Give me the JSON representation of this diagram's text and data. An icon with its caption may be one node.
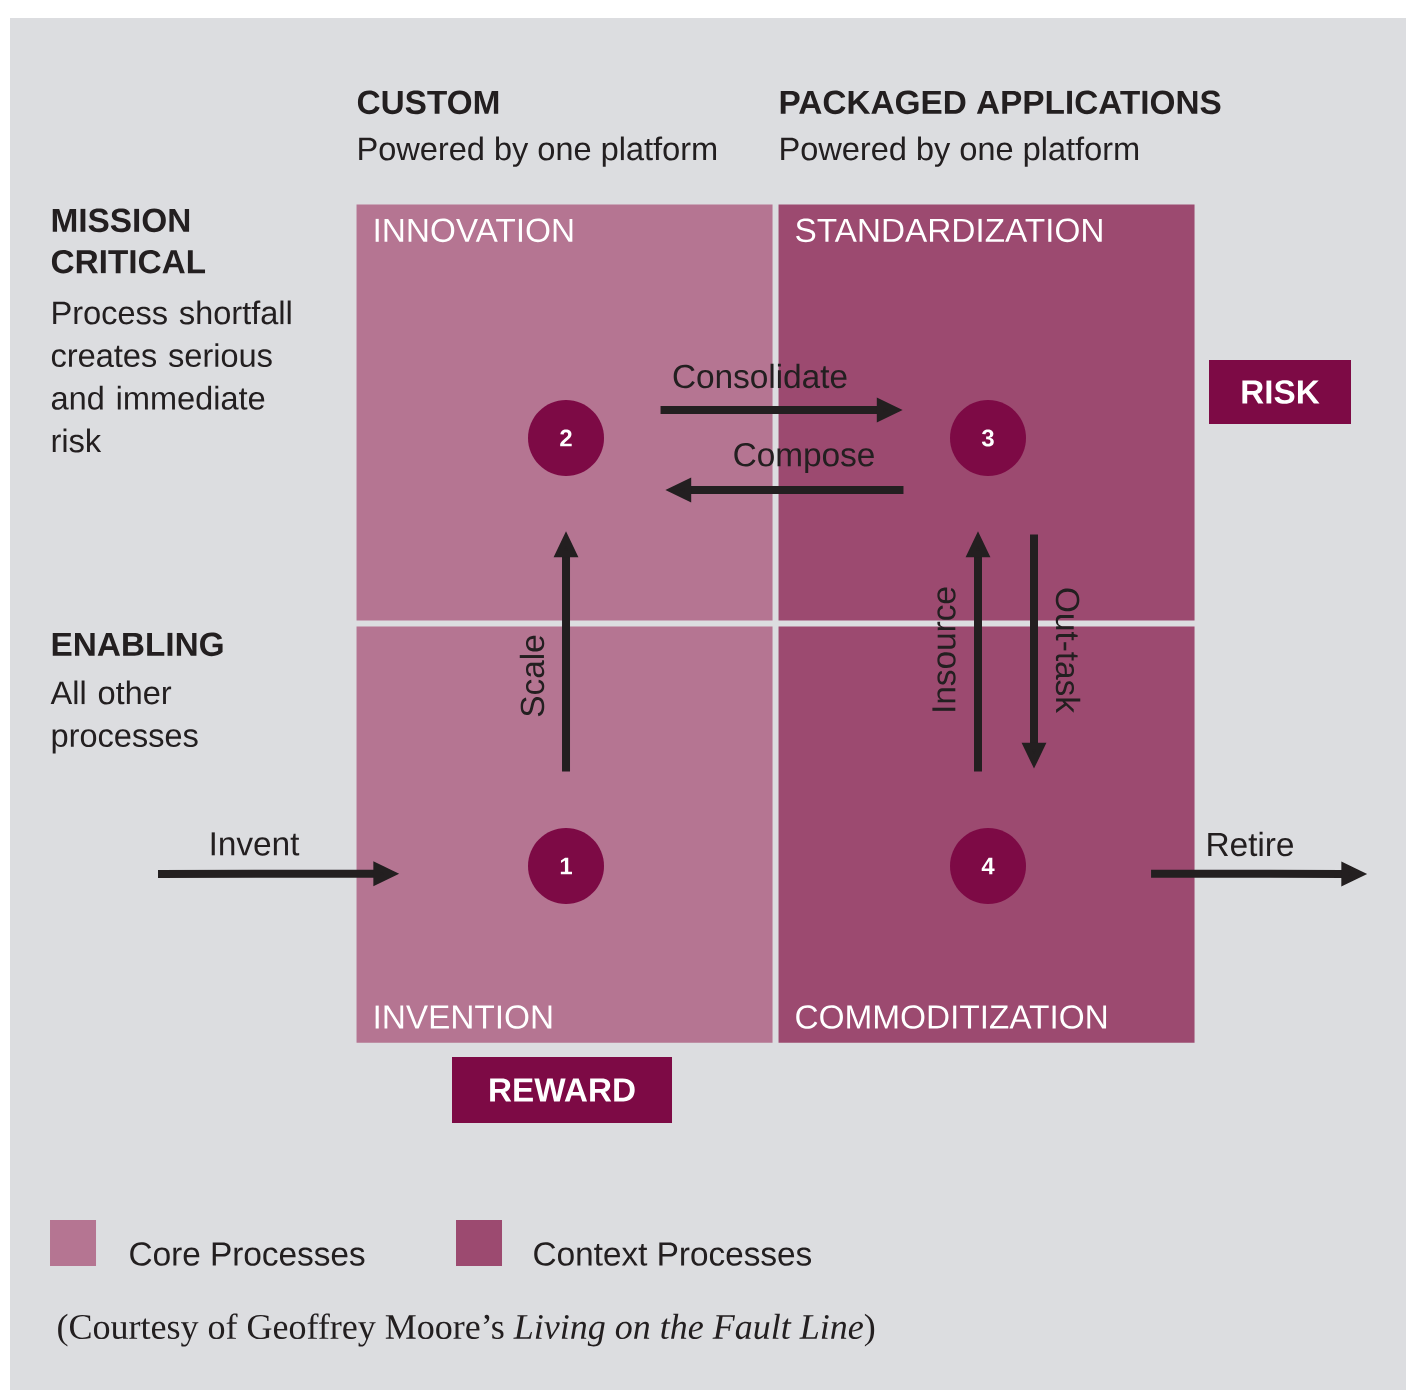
{
  "diagram": {
    "caption": "(Courtesy of Geoffrey Moore’s *Living on the Fault Line*)",
    "nodes": [
      {
        "text": [
          "INNOVATION"
        ]
      },
      {
        "text": [
          "STANDARDIZATION"
        ]
      },
      {
        "text": [
          "INVENTION"
        ]
      },
      {
        "text": [
          "COMMODITIZATION"
        ]
      },
      {
        "text": [
          "1"
        ],
        "in": 2
      },
      {
        "text": [
          "2"
        ],
        "in": 0
      },
      {
        "text": [
          "3"
        ],
        "in": 1
      },
      {
        "text": [
          "4"
        ],
        "in": 3
      },
      {
        "text": [
          "RISK"
        ]
      },
      {
        "text": [
          "REWARD"
        ]
      }
    ],
    "edges": [
      {
        "from": 4,
        "to": 5,
        "arrow": "to",
        "label": "Scale"
      },
      {
        "from": 5,
        "to": 6,
        "arrow": "to",
        "label": "Consolidate"
      },
      {
        "from": 6,
        "to": 5,
        "arrow": "to",
        "label": "Compose"
      },
      {
        "from": 7,
        "to": 6,
        "arrow": "to",
        "label": "Insource"
      },
      {
        "from": 6,
        "to": 7,
        "arrow": "to",
        "label": "Out-task"
      },
      {
        "from": null,
        "to": 2,
        "arrow": "to",
        "label": "Invent"
      },
      {
        "from": 3,
        "to": null,
        "arrow": "to",
        "label": "Retire"
      }
    ],
    "labels": [
      "CUSTOM",
      "Powered by one platform",
      "PACKAGED APPLICATIONS",
      "Powered by one platform",
      "MISSION CRITICAL",
      "Process shortfall creates serious and immediate risk",
      "ENABLING",
      "All other processes"
    ],
    "legend": [
      {
        "text": "Core Processes",
        "color": "#b57592"
      },
      {
        "text": "Context Processes",
        "color": "#9c4a70"
      }
    ]
  }
}
